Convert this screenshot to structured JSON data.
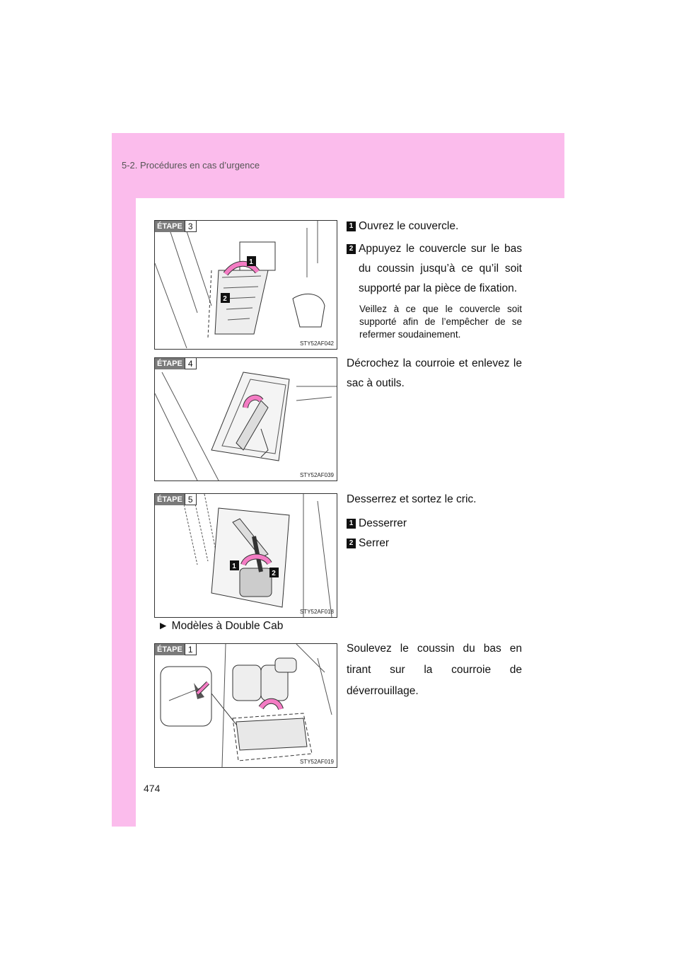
{
  "header": {
    "section": "5-2. Procédures en cas d’urgence"
  },
  "page_number": "474",
  "steps": [
    {
      "label": "ÉTAPE",
      "num": "3",
      "code": "STY52AF042",
      "items": [
        {
          "badge": "1",
          "text": "Ouvrez le couvercle."
        },
        {
          "badge": "2",
          "text": "Appuyez le couvercle sur le bas du coussin jusqu’à ce qu’il soit supporté par la pièce de fixation."
        }
      ],
      "note": "Veillez à ce que le couvercle soit supporté afin de l’empêcher de se refermer soudainement."
    },
    {
      "label": "ÉTAPE",
      "num": "4",
      "code": "STY52AF039",
      "text": "Décrochez la courroie et enlevez le sac à outils."
    },
    {
      "label": "ÉTAPE",
      "num": "5",
      "code": "STY52AF018",
      "text": "Desserrez et sortez le cric.",
      "items": [
        {
          "badge": "1",
          "text": "Desserrer"
        },
        {
          "badge": "2",
          "text": "Serrer"
        }
      ]
    },
    {
      "label": "ÉTAPE",
      "num": "1",
      "code": "STY52AF019",
      "text": "Soulevez le coussin du bas en tirant sur la courroie de déverrouillage."
    }
  ],
  "subheading": {
    "marker": "►",
    "text": "Modèles à Double Cab"
  }
}
